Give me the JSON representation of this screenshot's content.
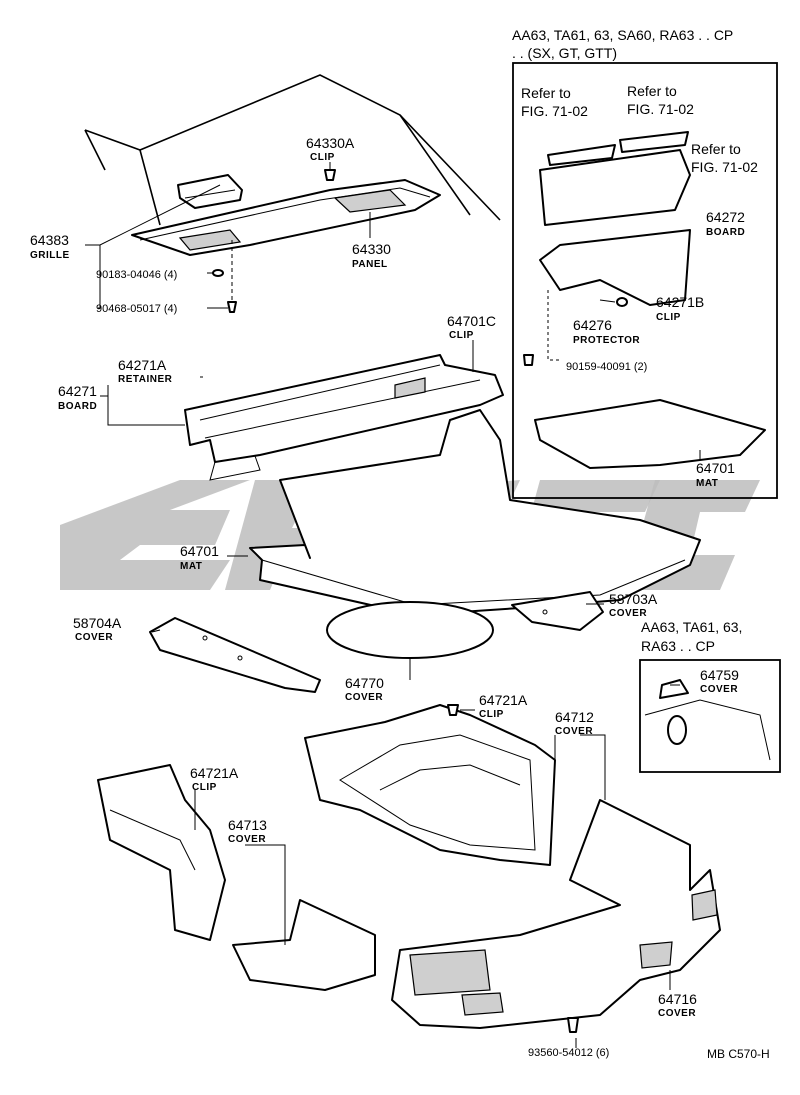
{
  "variant_box": {
    "header_line1": "AA63, TA61, 63, SA60, RA63 . . CP",
    "header_line2": ". . (SX, GT, GTT)",
    "refer1_line1": "Refer to",
    "refer1_line2": "FIG. 71-02",
    "refer2_line1": "Refer to",
    "refer2_line2": "FIG. 71-02",
    "refer3_line1": "Refer to",
    "refer3_line2": "FIG. 71-02"
  },
  "small_box": {
    "header_line1": "AA63, TA61, 63,",
    "header_line2": "RA63 . . CP"
  },
  "parts": {
    "p64330A": {
      "num": "64330A",
      "name": "CLIP"
    },
    "p64383": {
      "num": "64383",
      "name": "GRILLE"
    },
    "p64330": {
      "num": "64330",
      "name": "PANEL"
    },
    "p90183": {
      "num": "90183-04046 (4)"
    },
    "p90468": {
      "num": "90468-05017 (4)"
    },
    "p64272": {
      "num": "64272",
      "name": "BOARD"
    },
    "p64271B": {
      "num": "64271B",
      "name": "CLIP"
    },
    "p64276": {
      "num": "64276",
      "name": "PROTECTOR"
    },
    "p90159": {
      "num": "90159-40091 (2)"
    },
    "p64701_box": {
      "num": "64701",
      "name": "MAT"
    },
    "p64701C": {
      "num": "64701C",
      "name": "CLIP"
    },
    "p64271A": {
      "num": "64271A",
      "name": "RETAINER"
    },
    "p64271": {
      "num": "64271",
      "name": "BOARD"
    },
    "p64701": {
      "num": "64701",
      "name": "MAT"
    },
    "p58703A": {
      "num": "58703A",
      "name": "COVER"
    },
    "p58704A": {
      "num": "58704A",
      "name": "COVER"
    },
    "p64770": {
      "num": "64770",
      "name": "COVER"
    },
    "p64759": {
      "num": "64759",
      "name": "COVER"
    },
    "p64721A_1": {
      "num": "64721A",
      "name": "CLIP"
    },
    "p64712": {
      "num": "64712",
      "name": "COVER"
    },
    "p64721A_2": {
      "num": "64721A",
      "name": "CLIP"
    },
    "p64713": {
      "num": "64713",
      "name": "COVER"
    },
    "p64716": {
      "num": "64716",
      "name": "COVER"
    },
    "p93560": {
      "num": "93560-54012 (6)"
    }
  },
  "footer_code": "MB  C570-H",
  "colors": {
    "line": "#000000",
    "watermark": "#bdbdbd",
    "background": "#ffffff"
  }
}
